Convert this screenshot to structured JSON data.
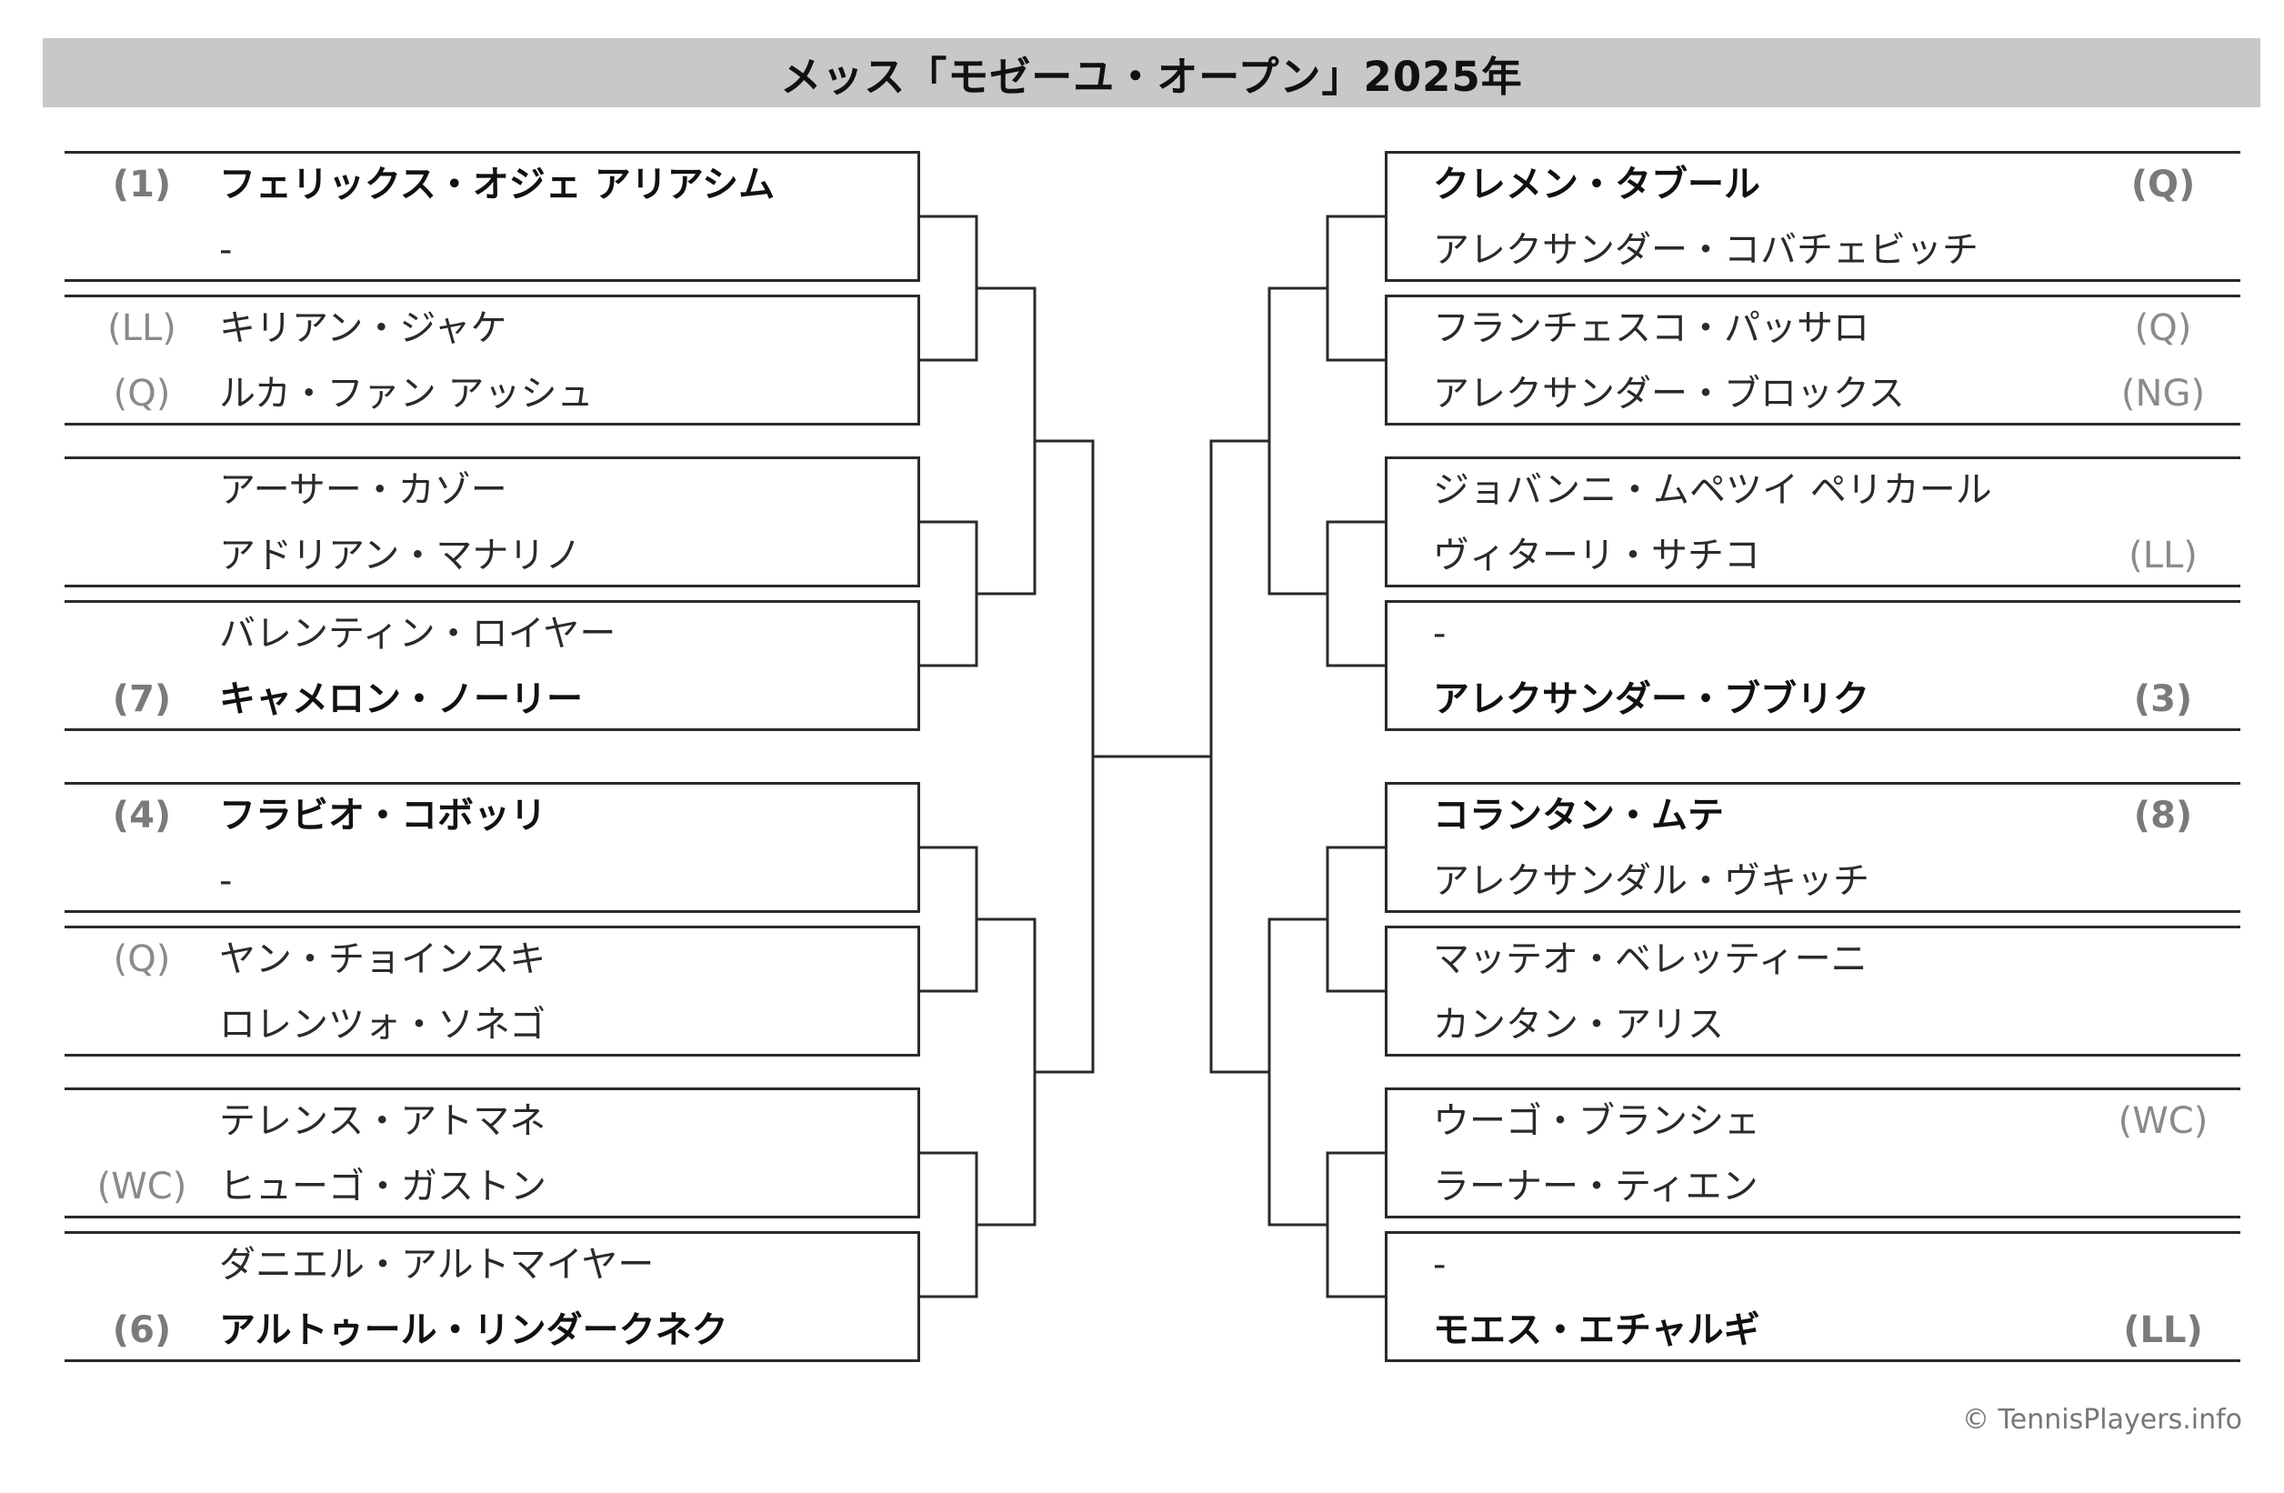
{
  "title": "メッス「モゼーユ・オープン」2025年",
  "copyright": "© TennisPlayers.info",
  "left_matches": [
    {
      "players": [
        {
          "seed": "(1)",
          "name": "フェリックス・オジェ アリアシム",
          "bold": true
        },
        {
          "seed": "",
          "name": "-",
          "bold": false
        }
      ]
    },
    {
      "players": [
        {
          "seed": "(LL)",
          "name": "キリアン・ジャケ",
          "bold": false
        },
        {
          "seed": "(Q)",
          "name": "ルカ・ファン アッシュ",
          "bold": false
        }
      ]
    },
    {
      "players": [
        {
          "seed": "",
          "name": "アーサー・カゾー",
          "bold": false
        },
        {
          "seed": "",
          "name": "アドリアン・マナリノ",
          "bold": false
        }
      ]
    },
    {
      "players": [
        {
          "seed": "",
          "name": "バレンティン・ロイヤー",
          "bold": false
        },
        {
          "seed": "(7)",
          "name": "キャメロン・ノーリー",
          "bold": true
        }
      ]
    },
    {
      "players": [
        {
          "seed": "(4)",
          "name": "フラビオ・コボッリ",
          "bold": true
        },
        {
          "seed": "",
          "name": "-",
          "bold": false
        }
      ]
    },
    {
      "players": [
        {
          "seed": "(Q)",
          "name": "ヤン・チョインスキ",
          "bold": false
        },
        {
          "seed": "",
          "name": "ロレンツォ・ソネゴ",
          "bold": false
        }
      ]
    },
    {
      "players": [
        {
          "seed": "",
          "name": "テレンス・アトマネ",
          "bold": false
        },
        {
          "seed": "(WC)",
          "name": "ヒューゴ・ガストン",
          "bold": false
        }
      ]
    },
    {
      "players": [
        {
          "seed": "",
          "name": "ダニエル・アルトマイヤー",
          "bold": false
        },
        {
          "seed": "(6)",
          "name": "アルトゥール・リンダークネク",
          "bold": true
        }
      ]
    }
  ],
  "right_matches": [
    {
      "players": [
        {
          "seed": "(Q)",
          "name": "クレメン・タブール",
          "bold": true
        },
        {
          "seed": "",
          "name": "アレクサンダー・コバチェビッチ",
          "bold": false
        }
      ]
    },
    {
      "players": [
        {
          "seed": "(Q)",
          "name": "フランチェスコ・パッサロ",
          "bold": false
        },
        {
          "seed": "(NG)",
          "name": "アレクサンダー・ブロックス",
          "bold": false
        }
      ]
    },
    {
      "players": [
        {
          "seed": "",
          "name": "ジョバンニ・ムペツイ ペリカール",
          "bold": false
        },
        {
          "seed": "(LL)",
          "name": "ヴィターリ・サチコ",
          "bold": false
        }
      ]
    },
    {
      "players": [
        {
          "seed": "",
          "name": "-",
          "bold": false
        },
        {
          "seed": "(3)",
          "name": "アレクサンダー・ブブリク",
          "bold": true
        }
      ]
    },
    {
      "players": [
        {
          "seed": "(8)",
          "name": "コランタン・ムテ",
          "bold": true
        },
        {
          "seed": "",
          "name": "アレクサンダル・ヴキッチ",
          "bold": false
        }
      ]
    },
    {
      "players": [
        {
          "seed": "",
          "name": "マッテオ・ベレッティーニ",
          "bold": false
        },
        {
          "seed": "",
          "name": "カンタン・アリス",
          "bold": false
        }
      ]
    },
    {
      "players": [
        {
          "seed": "(WC)",
          "name": "ウーゴ・ブランシェ",
          "bold": false
        },
        {
          "seed": "",
          "name": "ラーナー・ティエン",
          "bold": false
        }
      ]
    },
    {
      "players": [
        {
          "seed": "",
          "name": "-",
          "bold": false
        },
        {
          "seed": "(LL)",
          "name": "モエス・エチャルギ",
          "bold": true
        }
      ]
    }
  ]
}
